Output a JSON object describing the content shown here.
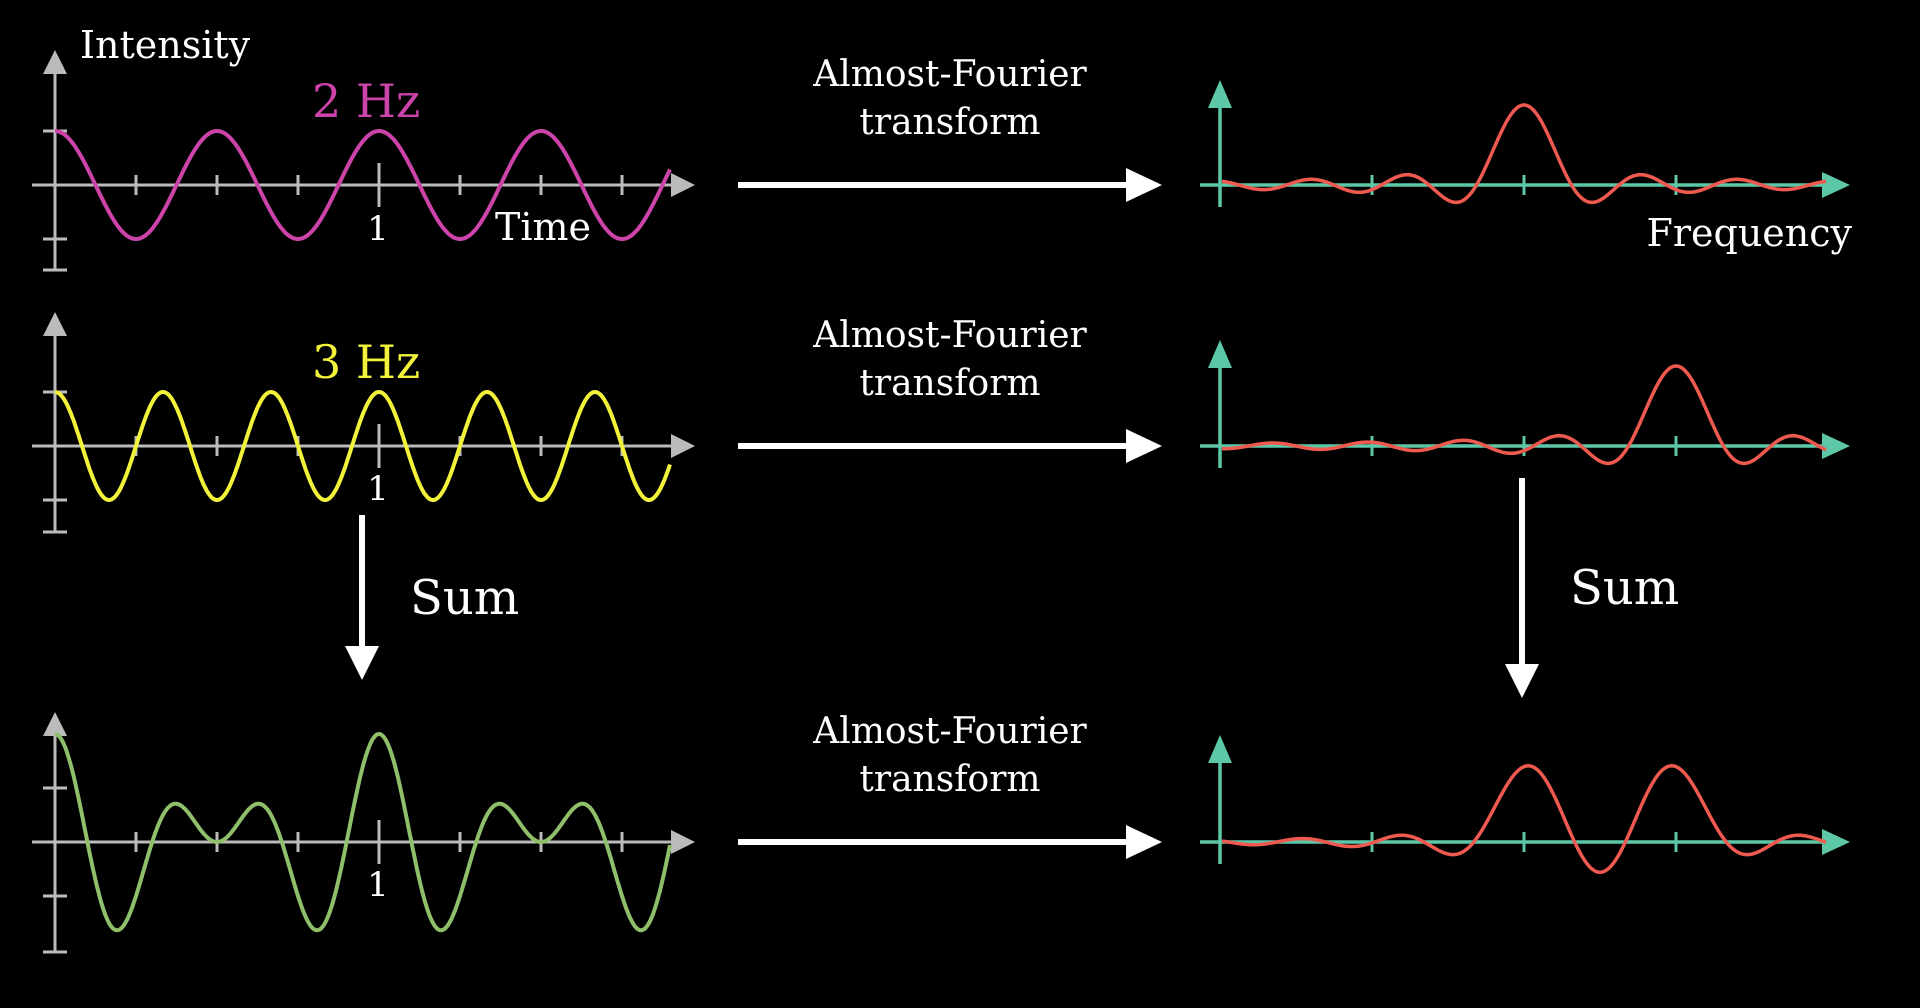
{
  "colors": {
    "background": "#000000",
    "time_axis": "#bbbbbb",
    "freq_axis": "#5cc8a8",
    "wave_2hz": "#cc44aa",
    "wave_3hz": "#f2f23a",
    "wave_sum": "#8fbf6a",
    "spectrum": "#ee5a50",
    "arrows": "#ffffff"
  },
  "labels": {
    "intensity": "Intensity",
    "time": "Time",
    "frequency": "Frequency",
    "tick_one": "1",
    "sum": "Sum",
    "transform_line1": "Almost-Fourier",
    "transform_line2": "transform"
  },
  "rows": [
    {
      "signal_label": "2 Hz",
      "signal_color_key": "wave_2hz",
      "signal": "cos(2·2πt)",
      "spectrum_peaks_hz": [
        2
      ]
    },
    {
      "signal_label": "3 Hz",
      "signal_color_key": "wave_3hz",
      "signal": "cos(3·2πt)",
      "spectrum_peaks_hz": [
        3
      ]
    },
    {
      "signal_label": "",
      "signal_color_key": "wave_sum",
      "signal": "cos(2·2πt) + cos(3·2πt)",
      "spectrum_peaks_hz": [
        2,
        3
      ]
    }
  ],
  "chart_data": [
    {
      "type": "line",
      "title": "2 Hz",
      "xlabel": "Time",
      "ylabel": "Intensity",
      "x_ticks": [
        "1"
      ],
      "series": [
        {
          "name": "2 Hz",
          "frequency_hz": 2
        }
      ]
    },
    {
      "type": "line",
      "title": "3 Hz",
      "xlabel": "",
      "ylabel": "",
      "x_ticks": [
        "1"
      ],
      "series": [
        {
          "name": "3 Hz",
          "frequency_hz": 3
        }
      ]
    },
    {
      "type": "line",
      "title": "",
      "xlabel": "",
      "ylabel": "",
      "x_ticks": [
        "1"
      ],
      "series": [
        {
          "frequency_hz": [
            2,
            3
          ]
        }
      ]
    },
    {
      "type": "line",
      "xlabel": "Frequency",
      "peaks_hz": [
        2
      ]
    },
    {
      "type": "line",
      "xlabel": "",
      "peaks_hz": [
        3
      ]
    },
    {
      "type": "line",
      "xlabel": "",
      "peaks_hz": [
        2,
        3
      ]
    }
  ]
}
